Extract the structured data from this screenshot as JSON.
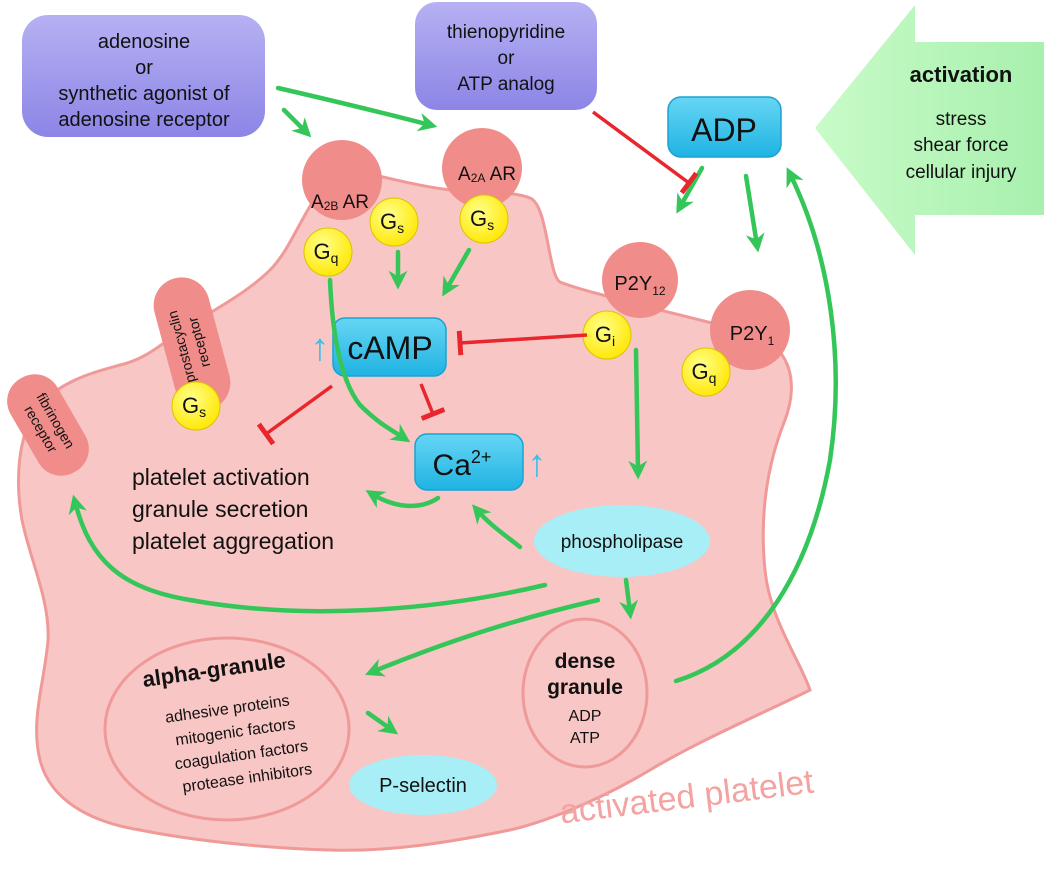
{
  "sources": {
    "adenosine": [
      "adenosine",
      "or",
      "synthetic agonist of",
      "adenosine receptor"
    ],
    "thienopyridine": [
      "thienopyridine",
      "or",
      "ATP analog"
    ]
  },
  "activation": {
    "title": "activation",
    "items": [
      "stress",
      "shear force",
      "cellular injury"
    ]
  },
  "receptors": {
    "a2b_main": "A",
    "a2b_sub": "2B",
    "a2b_suffix": " AR",
    "a2a_main": "A",
    "a2a_sub": "2A",
    "a2a_suffix": " AR",
    "p2y12_main": "P2Y",
    "p2y12_sub": "12",
    "p2y1_main": "P2Y",
    "p2y1_sub": "1",
    "prostacyclin": [
      "prostacyclin",
      "receptor"
    ],
    "fibrinogen": [
      "fibrinogen",
      "receptor"
    ]
  },
  "gproteins": {
    "g_main": "G",
    "q_sub": "q",
    "s_sub": "s",
    "i_sub": "i"
  },
  "messengers": {
    "adp": "ADP",
    "camp": "cAMP",
    "ca_main": "Ca",
    "ca_sup": "2+",
    "up_arrow": "↑"
  },
  "effects": [
    "platelet activation",
    "granule secretion",
    "platelet aggregation"
  ],
  "phospholipase": "phospholipase",
  "alpha_granule": {
    "title": "alpha-granule",
    "items": [
      "adhesive proteins",
      "mitogenic factors",
      "coagulation factors",
      "protease inhibitors"
    ]
  },
  "dense_granule": {
    "title": [
      "dense",
      "granule"
    ],
    "items": [
      "ADP",
      "ATP"
    ]
  },
  "p_selectin": "P-selectin",
  "platelet_label": "activated platelet",
  "colors": {
    "platelet_fill": "#f8c6c4",
    "platelet_stroke": "#ef9a98",
    "receptor": "#f08d8a",
    "gprotein": "#fff200",
    "messenger": "#38c0ea",
    "source": "#9a94ea",
    "activation": "#b5f5b8",
    "green_arrow": "#34c659",
    "red_inhibit": "#e8262c",
    "phospholipase": "#a8eef6",
    "label_pink": "#f3a3a1"
  }
}
